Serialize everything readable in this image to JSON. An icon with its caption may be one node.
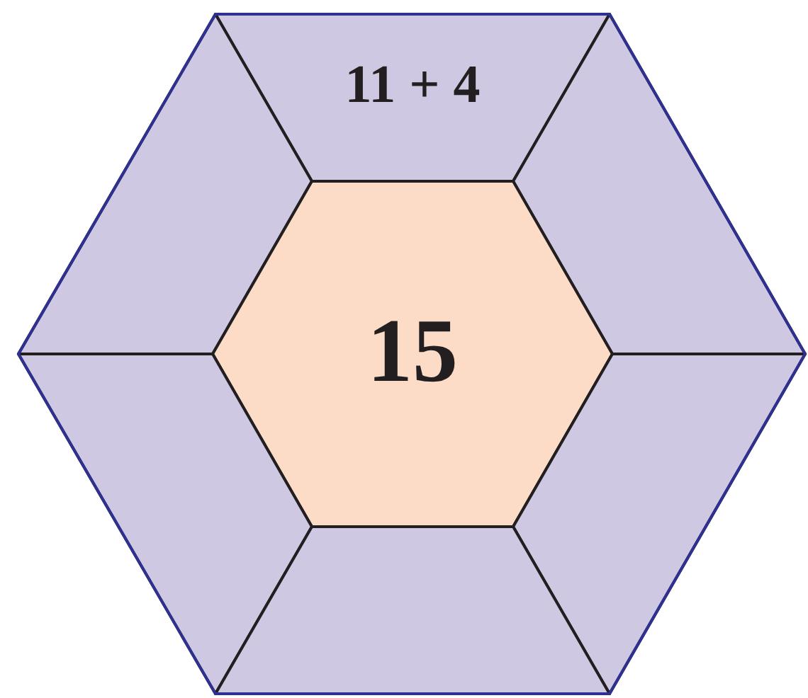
{
  "diagram": {
    "nodes": [
      {
        "text": [
          "11 + 4"
        ]
      },
      {
        "text": [],
        "shape": "trapezoid"
      },
      {
        "text": [],
        "shape": "trapezoid"
      },
      {
        "text": [
          "15"
        ]
      },
      {
        "text": [],
        "shape": "trapezoid"
      },
      {
        "text": [],
        "shape": "trapezoid"
      },
      {
        "text": [],
        "shape": "trapezoid"
      }
    ]
  }
}
